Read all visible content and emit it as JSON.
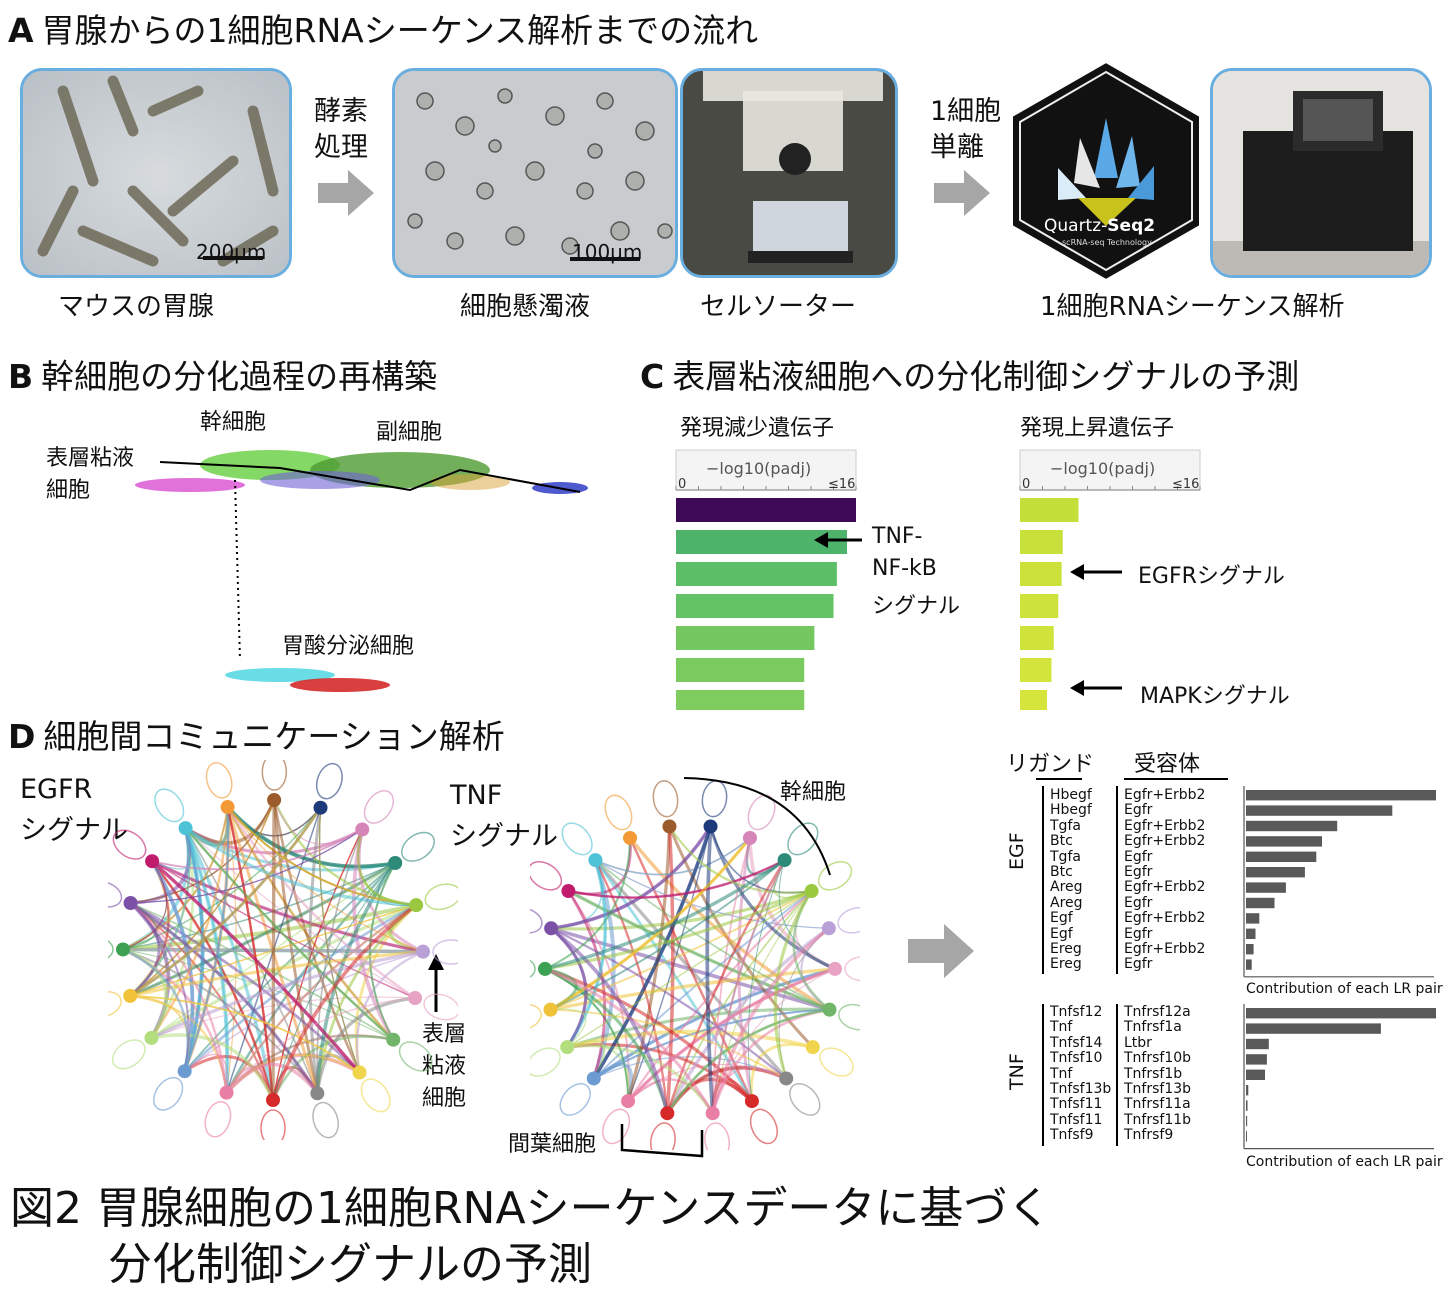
{
  "panelA": {
    "letter": "A",
    "title": "胃腺からの1細胞RNAシーケンス解析までの流れ",
    "step1": {
      "l1": "酵素",
      "l2": "処理"
    },
    "step2": {
      "l1": "1細胞",
      "l2": "単離"
    },
    "scale1": "200μm",
    "scale2": "100μm",
    "cap1": "マウスの胃腺",
    "cap2": "細胞懸濁液",
    "cap3": "セルソーター",
    "cap4": "1細胞RNAシーケンス解析",
    "logo": {
      "name": "Quartz-",
      "name_bold": "Seq2",
      "sub": "scRNA-seq Technology"
    }
  },
  "panelB": {
    "letter": "B",
    "title": "幹細胞の分化過程の再構築",
    "stem": "幹細胞",
    "fuku": "副細胞",
    "surface_l1": "表層粘液",
    "surface_l2": "細胞",
    "parietal": "胃酸分泌細胞"
  },
  "panelC": {
    "letter": "C",
    "title": "表層粘液細胞への分化制御シグナルの予測",
    "down": {
      "header": "発現減少遺伝子",
      "axis_label": "−log10(padj)",
      "tick0": "0",
      "tick_max": "≤16",
      "values": [
        16,
        15.2,
        14.3,
        14.0,
        12.3,
        11.4,
        11.4
      ],
      "colors": [
        "#3d0a57",
        "#4fb46b",
        "#5cbe66",
        "#63c263",
        "#74c85f",
        "#79cb5e",
        "#7fcd5f"
      ],
      "ann_l1": "TNF-",
      "ann_l2": "NF-kB",
      "ann_l3": "シグナル"
    },
    "up": {
      "header": "発現上昇遺伝子",
      "axis_label": "−log10(padj)",
      "tick0": "0",
      "tick_max": "≤16",
      "values": [
        5.2,
        3.8,
        3.7,
        3.4,
        3.0,
        2.8,
        2.4
      ],
      "colors": [
        "#c5df3a",
        "#c8e03a",
        "#cbe13a",
        "#cde23b",
        "#d0e33b",
        "#d3e43c",
        "#d6e53c"
      ],
      "ann1": "EGFRシグナル",
      "ann2": "MAPKシグナル"
    }
  },
  "panelD": {
    "letter": "D",
    "title": "細胞間コミュニケーション解析",
    "egfr_l1": "EGFR",
    "egfr_l2": "シグナル",
    "tnf_l1": "TNF",
    "tnf_l2": "シグナル",
    "stem": "幹細胞",
    "mes": "間葉細胞",
    "surf_l1": "表層",
    "surf_l2": "粘液",
    "surf_l3": "細胞",
    "ligand_header": "リガンド",
    "receptor_header": "受容体",
    "egf_group": "EGF",
    "tnf_group": "TNF",
    "egf_ligands": [
      "Hbegf",
      "Hbegf",
      "Tgfa",
      "Btc",
      "Tgfa",
      "Btc",
      "Areg",
      "Areg",
      "Egf",
      "Egf",
      "Ereg",
      "Ereg"
    ],
    "egf_receptors": [
      "Egfr+Erbb2",
      "Egfr",
      "Egfr+Erbb2",
      "Egfr+Erbb2",
      "Egfr",
      "Egfr",
      "Egfr+Erbb2",
      "Egfr",
      "Egfr+Erbb2",
      "Egfr",
      "Egfr+Erbb2",
      "Egfr"
    ],
    "egf_values": [
      1.0,
      0.77,
      0.48,
      0.4,
      0.37,
      0.31,
      0.21,
      0.15,
      0.07,
      0.05,
      0.04,
      0.03
    ],
    "tnf_ligands": [
      "Tnfsf12",
      "Tnf",
      "Tnfsf14",
      "Tnfsf10",
      "Tnf",
      "Tnfsf13b",
      "Tnfsf11",
      "Tnfsf11",
      "Tnfsf9"
    ],
    "tnf_receptors": [
      "Tnfrsf12a",
      "Tnfrsf1a",
      "Ltbr",
      "Tnfrsf10b",
      "Tnfrsf1b",
      "Tnfrsf13b",
      "Tnfrsf11a",
      "Tnfrsf11b",
      "Tnfrsf9"
    ],
    "tnf_values": [
      1.0,
      0.71,
      0.12,
      0.11,
      0.1,
      0.012,
      0.008,
      0.006,
      0.004
    ],
    "contrib_label": "Contribution of each LR pair",
    "bar_color": "#595959"
  },
  "figure_caption": {
    "l1": "図2 胃腺細胞の1細胞RNAシーケンスデータに基づく",
    "l2": "分化制御シグナルの予測"
  }
}
